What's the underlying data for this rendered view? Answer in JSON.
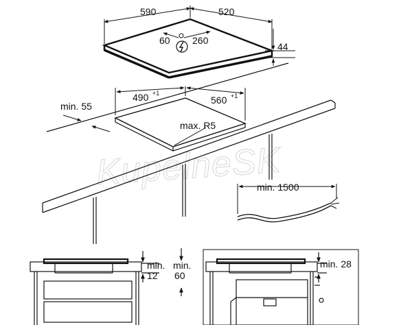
{
  "watermark": "KupelneSK",
  "hob": {
    "width": "590",
    "depth": "520",
    "thickness": "44",
    "connection_offset": "60",
    "connection_depth": "260"
  },
  "cutout": {
    "width": "490",
    "width_tol": "+1",
    "depth": "560",
    "depth_tol": "+1",
    "front_distance": "min. 55",
    "corner_radius": "max. R5"
  },
  "cable": {
    "length": "min. 1500"
  },
  "install_left": {
    "clearance_a": "min.",
    "clearance_a_val": "12",
    "clearance_b": "min.",
    "clearance_b_val": "60"
  },
  "install_right": {
    "clearance": "min. 28"
  },
  "colors": {
    "line": "#111111",
    "watermark": "#d9dde2"
  }
}
